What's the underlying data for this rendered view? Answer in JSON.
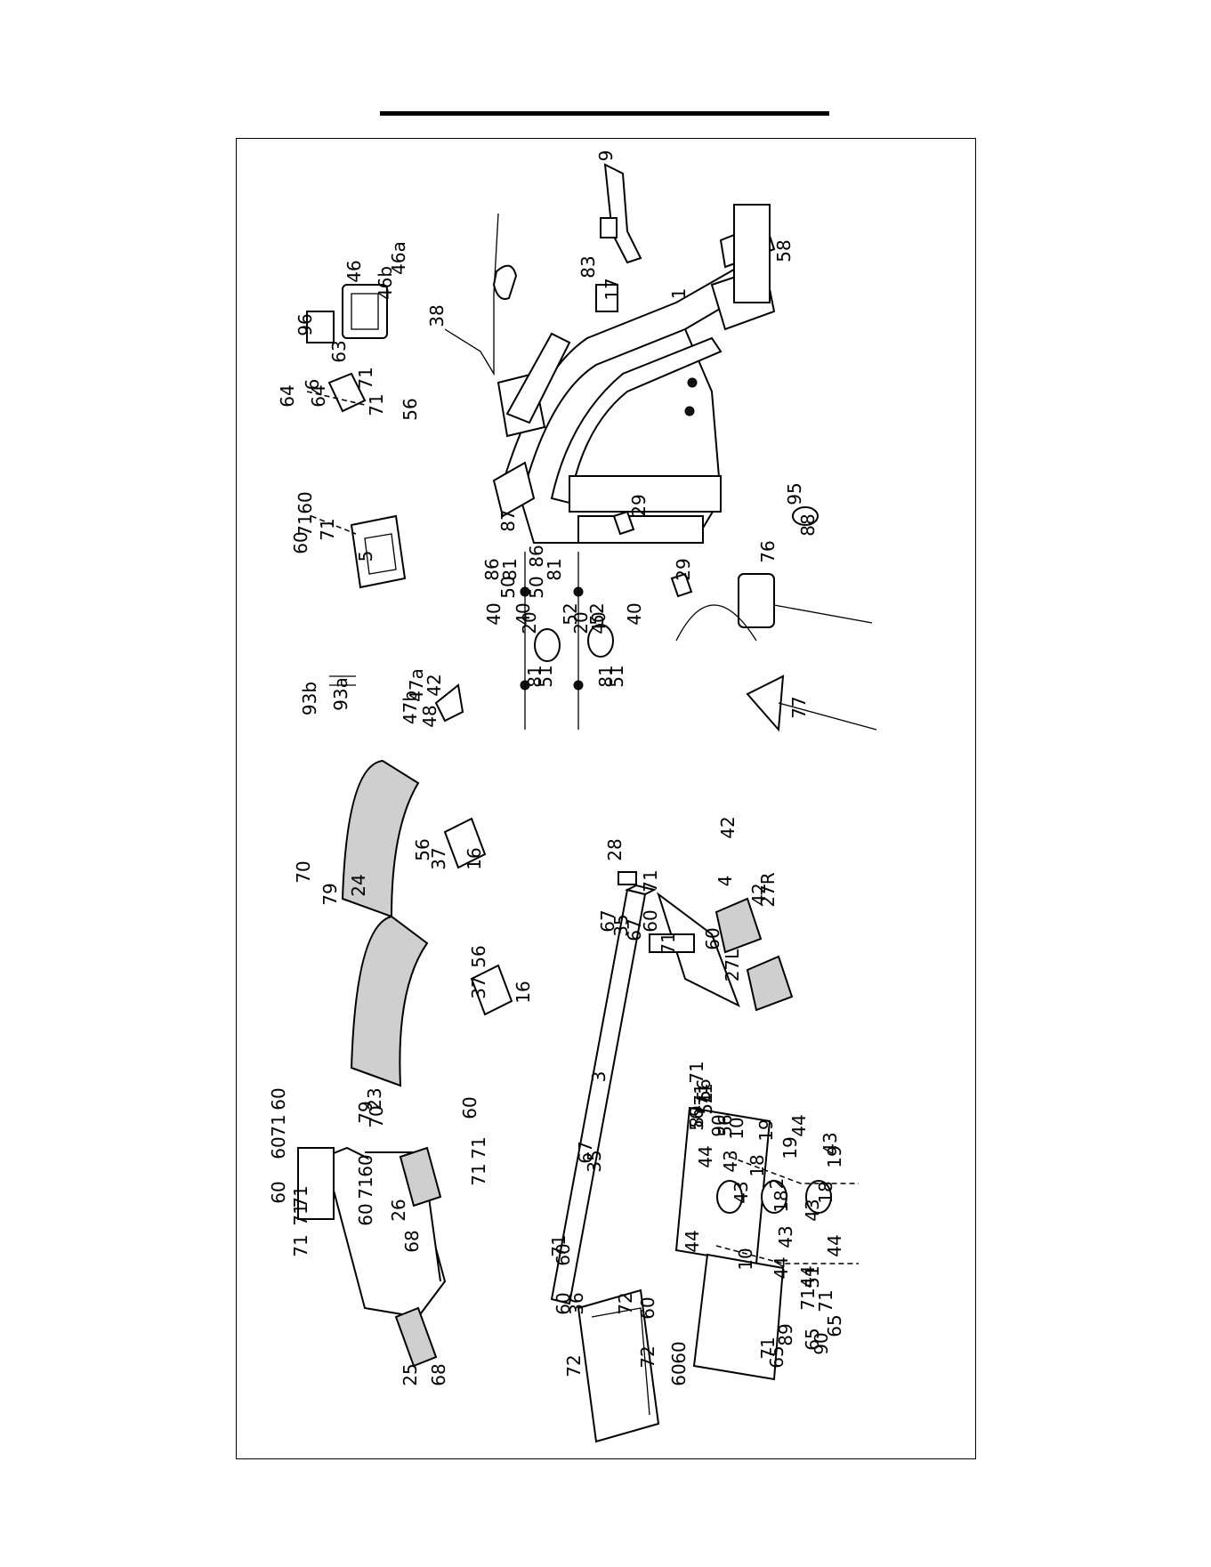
{
  "diagram": {
    "labels": {
      "p1": "1",
      "p2": "2",
      "p3": "3",
      "p4": "4",
      "p5": "5",
      "p6": "6",
      "p9": "9",
      "p10a": "10",
      "p10b": "10",
      "p16a": "16",
      "p16b": "16",
      "p17": "17",
      "p18a": "18",
      "p18b": "18",
      "p18c": "18",
      "p19a": "19",
      "p19b": "19",
      "p19c": "19",
      "p20a": "20",
      "p20b": "20",
      "p23": "23",
      "p24": "24",
      "p25": "25",
      "p26": "26",
      "p27L": "27L",
      "p27R": "27R",
      "p28": "28",
      "p29a": "29",
      "p29b": "29",
      "p35a": "35",
      "p35b": "35",
      "p36": "36",
      "p37a": "37",
      "p37b": "37",
      "p38": "38",
      "p40a": "40",
      "p40b": "40",
      "p40c": "40",
      "p40d": "40",
      "p42a": "42",
      "p42b": "42",
      "p42c": "42",
      "p43a": "43",
      "p43b": "43",
      "p43c": "43",
      "p43d": "43",
      "p43e": "43",
      "p44a": "44",
      "p44b": "44",
      "p44c": "44",
      "p44d": "44",
      "p44e": "44",
      "p44f": "44",
      "p46": "46",
      "p46a": "46a",
      "p46b": "46b",
      "p47a": "47a",
      "p47b": "47b",
      "p48": "48",
      "p50a": "50",
      "p50b": "50",
      "p51a": "51",
      "p51b": "51",
      "p51c": "51",
      "p51d": "51",
      "p52a": "52",
      "p52b": "52",
      "p56a": "56",
      "p56b": "56",
      "p56c": "56",
      "p56d": "56",
      "p56e": "56",
      "p56f": "56",
      "p58": "58",
      "p60a": "60",
      "p60b": "60",
      "p60c": "60",
      "p60d": "60",
      "p60e": "60",
      "p60f": "60",
      "p60g": "60",
      "p60h": "60",
      "p60i": "60",
      "p60j": "60",
      "p60k": "60",
      "p60l": "60",
      "p60m": "60",
      "p60n": "60",
      "p60o": "60",
      "p63": "63",
      "p64a": "64",
      "p64b": "64",
      "p65a": "65",
      "p65b": "65",
      "p65c": "65",
      "p67a": "67",
      "p67b": "67",
      "p67c": "67",
      "p68a": "68",
      "p68b": "68",
      "p70a": "70",
      "p70b": "70",
      "p71a": "71",
      "p71b": "71",
      "p71c": "71",
      "p71d": "71",
      "p71e": "71",
      "p71f": "71",
      "p71g": "71",
      "p71h": "71",
      "p71i": "71",
      "p71j": "71",
      "p71k": "71",
      "p71l": "71",
      "p71m": "71",
      "p71n": "71",
      "p71o": "71",
      "p71p": "71",
      "p71q": "71",
      "p71r": "71",
      "p71s": "71",
      "p71t": "71",
      "p72a": "72",
      "p72b": "72",
      "p72c": "72",
      "p76": "76",
      "p77": "77",
      "p79a": "79",
      "p79b": "79",
      "p81a": "81",
      "p81b": "81",
      "p81c": "81",
      "p81d": "81",
      "p83": "83",
      "p86a": "86",
      "p86b": "86",
      "p87": "87",
      "p88": "88",
      "p89a": "89",
      "p89b": "89",
      "p90a": "90",
      "p90b": "90",
      "p93a": "93a",
      "p93b": "93b",
      "p95": "95",
      "p96": "96"
    }
  }
}
